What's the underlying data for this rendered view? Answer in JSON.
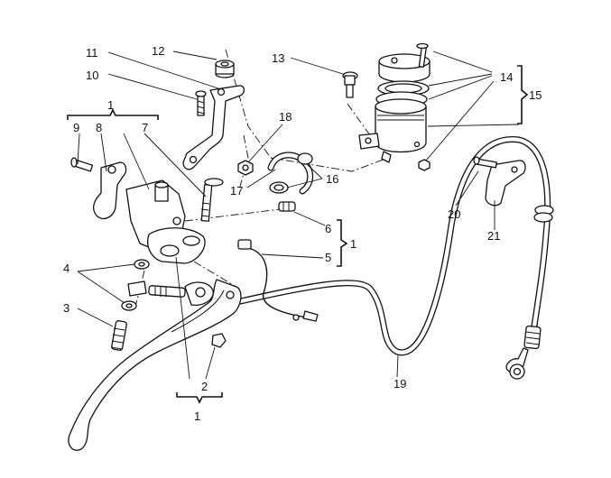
{
  "diagram": {
    "callouts": [
      {
        "id": "c1a",
        "text": "1"
      },
      {
        "id": "c1b",
        "text": "1"
      },
      {
        "id": "c1c",
        "text": "1"
      },
      {
        "id": "c2",
        "text": "2"
      },
      {
        "id": "c3",
        "text": "3"
      },
      {
        "id": "c4",
        "text": "4"
      },
      {
        "id": "c5",
        "text": "5"
      },
      {
        "id": "c6",
        "text": "6"
      },
      {
        "id": "c7",
        "text": "7"
      },
      {
        "id": "c8",
        "text": "8"
      },
      {
        "id": "c9",
        "text": "9"
      },
      {
        "id": "c10",
        "text": "10"
      },
      {
        "id": "c11",
        "text": "11"
      },
      {
        "id": "c12",
        "text": "12"
      },
      {
        "id": "c13",
        "text": "13"
      },
      {
        "id": "c14",
        "text": "14"
      },
      {
        "id": "c15",
        "text": "15"
      },
      {
        "id": "c16",
        "text": "16"
      },
      {
        "id": "c17",
        "text": "17"
      },
      {
        "id": "c18",
        "text": "18"
      },
      {
        "id": "c19",
        "text": "19"
      },
      {
        "id": "c20",
        "text": "20"
      },
      {
        "id": "c21",
        "text": "21"
      }
    ]
  }
}
